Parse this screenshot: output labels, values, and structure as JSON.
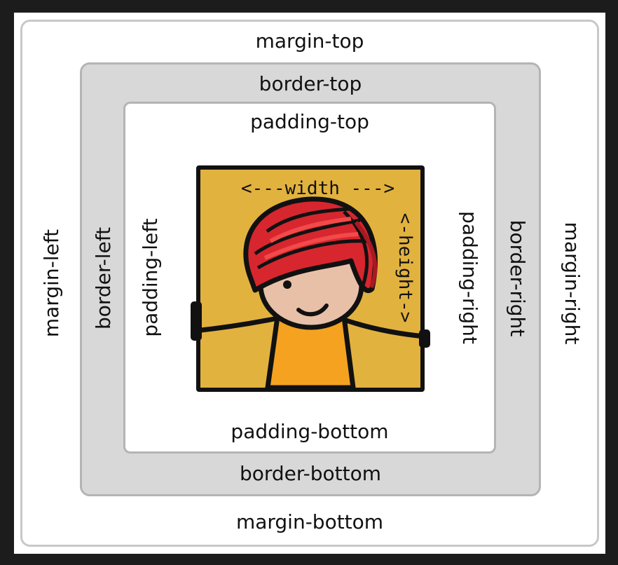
{
  "labels": {
    "margin_top": "margin-top",
    "margin_bottom": "margin-bottom",
    "margin_left": "margin-left",
    "margin_right": "margin-right",
    "border_top": "border-top",
    "border_bottom": "border-bottom",
    "border_left": "border-left",
    "border_right": "border-right",
    "padding_top": "padding-top",
    "padding_bottom": "padding-bottom",
    "padding_left": "padding-left",
    "padding_right": "padding-right",
    "width": "<---width --->",
    "height": "<-height->"
  },
  "colors": {
    "background": "#1c1c1c",
    "margin": "#ffffff",
    "border": "#d8d8d8",
    "padding": "#ffffff",
    "content": "#e2b23f",
    "turban": "#d8262e",
    "shirt": "#f4a21f",
    "face": "#e8c0a8"
  },
  "icons": {
    "content_image": "kid-with-turban-illustration"
  }
}
